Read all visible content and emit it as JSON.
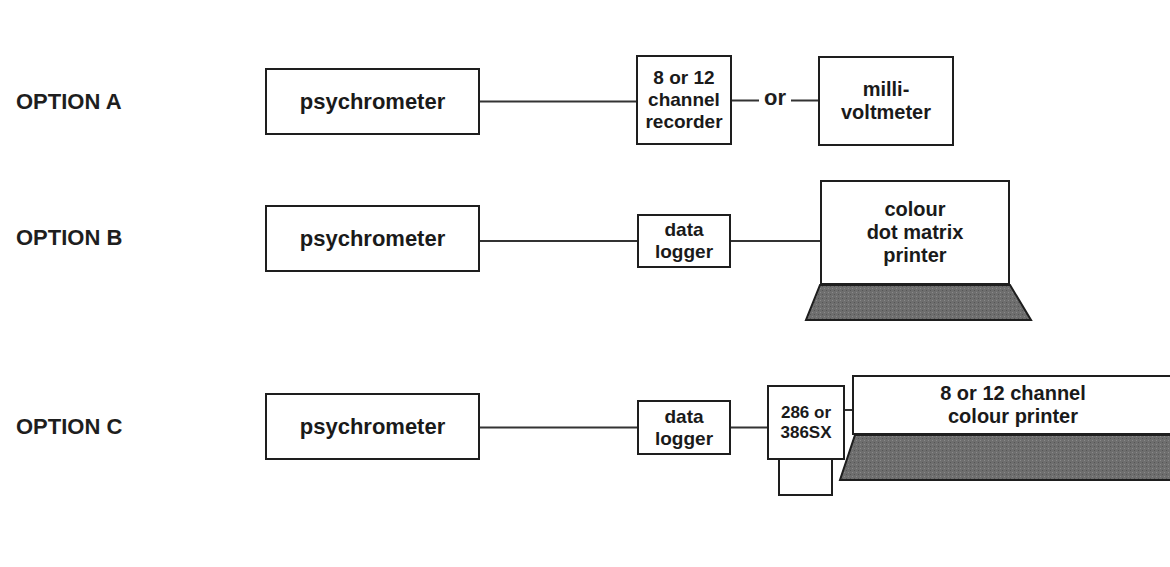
{
  "diagram": {
    "nodes": [
      {
        "text": [
          "psychrometer"
        ]
      },
      {
        "text": [
          "8 or 12 channel recorder"
        ]
      },
      {
        "text": [
          "milli- voltmeter"
        ]
      },
      {
        "text": [
          "psychrometer"
        ]
      },
      {
        "text": [
          "data logger"
        ]
      },
      {
        "text": [
          "colour dot matrix printer"
        ]
      },
      {
        "text": [
          "psychrometer"
        ]
      },
      {
        "text": [
          "data logger"
        ]
      },
      {
        "text": [
          "286 or 386SX"
        ]
      },
      {
        "text": [
          "8 or 12 channel colour printer"
        ]
      }
    ],
    "edges": [
      {
        "from": 0,
        "to": 1,
        "arrow": "none"
      },
      {
        "from": 1,
        "to": 2,
        "label": "or",
        "arrow": "none"
      },
      {
        "from": 3,
        "to": 4,
        "arrow": "none"
      },
      {
        "from": 4,
        "to": 5,
        "arrow": "none"
      },
      {
        "from": 6,
        "to": 7,
        "arrow": "none"
      },
      {
        "from": 7,
        "to": 8,
        "arrow": "none"
      },
      {
        "from": 8,
        "to": 9,
        "arrow": "none"
      }
    ],
    "labels": [
      "OPTION A",
      "OPTION B",
      "OPTION C"
    ]
  }
}
